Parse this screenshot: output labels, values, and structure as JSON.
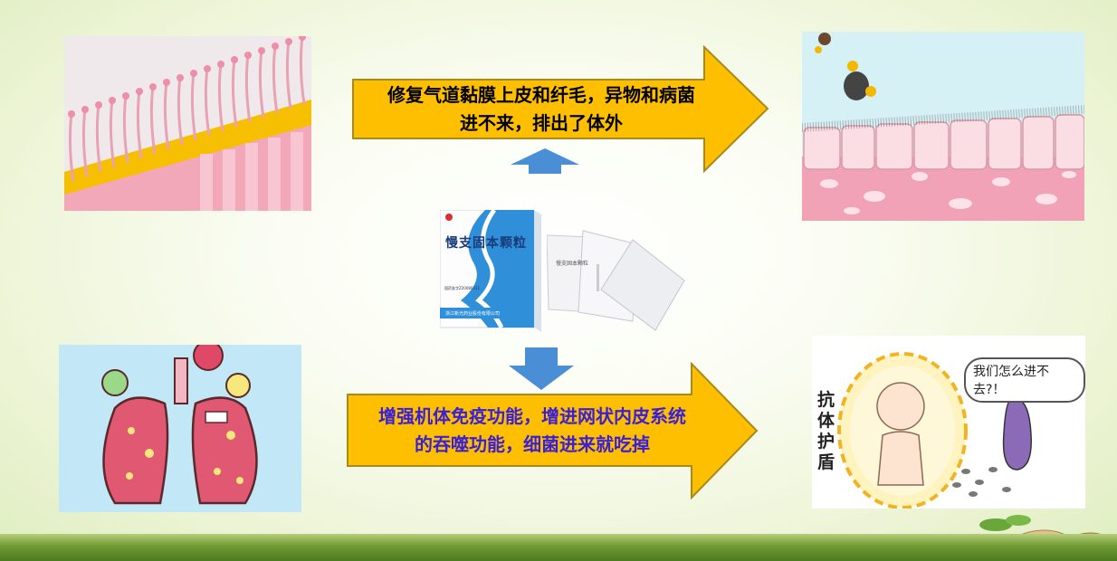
{
  "top_arrow": {
    "line1": "修复气道黏膜上皮和纤毛，异物和病菌",
    "line2": "进不来，排出了体外",
    "fill_color": "#fdbf00",
    "text_color": "#000000"
  },
  "bottom_arrow": {
    "line1": "增强机体免疫功能，增进网状内皮系统",
    "line2": "的吞噬功能，细菌进来就吃掉",
    "fill_color": "#fdbf00",
    "text_color": "#3a1fd6"
  },
  "product": {
    "name": "慢支固本颗粒",
    "approval": "国药准字Z20080311",
    "manufacturer": "浙江新光药业股份有限公司",
    "sachet_label": "慢支固本颗粒"
  },
  "cartoon_immune": {
    "bubble": "我们怎么进不去?！",
    "vertical_label": [
      "抗",
      "体",
      "护",
      "盾"
    ]
  },
  "colors": {
    "up_arrow": "#4a8ed6",
    "down_arrow": "#4a8ed6"
  }
}
